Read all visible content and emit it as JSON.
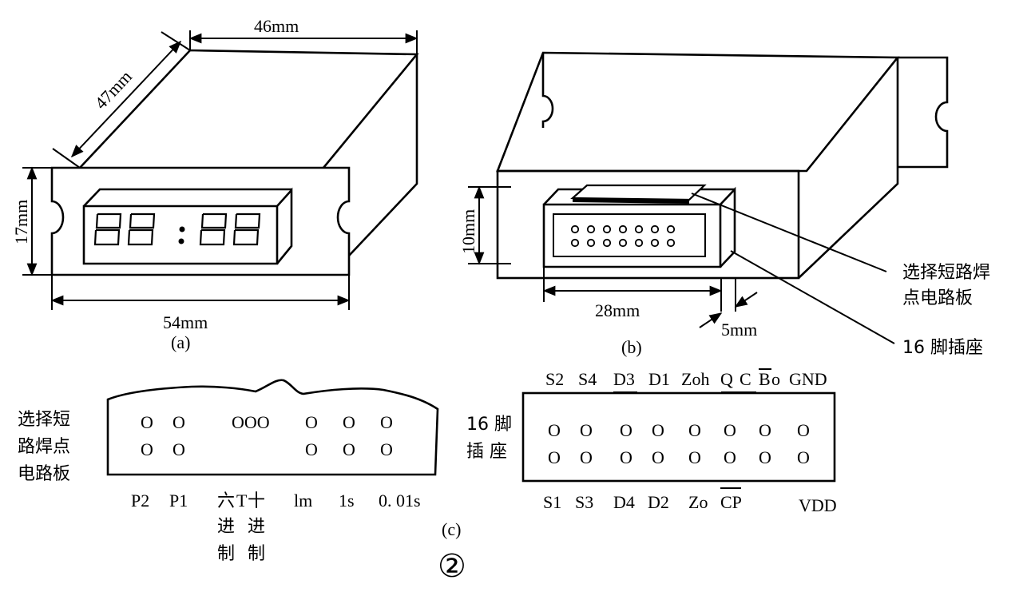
{
  "figure_a": {
    "dim_top": "46mm",
    "dim_depth": "47mm",
    "dim_height": "17mm",
    "dim_bottom": "54mm",
    "caption": "(a)",
    "display_digits": "88:88"
  },
  "figure_b": {
    "dim_height": "10mm",
    "dim_width": "28mm",
    "dim_gap": "5mm",
    "callout_jumper_line1": "选择短路焊",
    "callout_jumper_line2": "点电路板",
    "callout_socket": "16 脚插座",
    "caption": "(b)"
  },
  "figure_c": {
    "board_label_line1": "选择短",
    "board_label_line2": "路焊点",
    "board_label_line3": "电路板",
    "pad_row1": [
      "O",
      "O",
      "OOO",
      "O",
      "O",
      "O"
    ],
    "pad_row2": [
      "O",
      "O",
      "O",
      "O",
      "O"
    ],
    "bottom_labels": {
      "p2": "P2",
      "p1": "P1",
      "hex_col_1": "六",
      "hex_col_2": "进",
      "hex_col_3": "制",
      "t": "T",
      "dec_col_1": "十",
      "dec_col_2": "进",
      "dec_col_3": "制",
      "one_m": "lm",
      "one_s": "1s",
      "hundredth_s": "0. 01s"
    },
    "socket_label_line1": "16 脚",
    "socket_label_line2": "插 座",
    "top_pins": [
      "S2",
      "S4",
      "D3",
      "D1",
      "Zoh",
      "Q",
      "C",
      "B",
      "o",
      "GND"
    ],
    "pin_row1": [
      "O",
      "O",
      "O",
      "O",
      "O",
      "O",
      "O",
      "O"
    ],
    "pin_row2": [
      "O",
      "O",
      "O",
      "O",
      "O",
      "O",
      "O",
      "O"
    ],
    "bottom_pins": [
      "S1",
      "S3",
      "D4",
      "D2",
      "Zo",
      "CP",
      "VDD"
    ],
    "caption": "(c)",
    "figure_number": "②"
  }
}
